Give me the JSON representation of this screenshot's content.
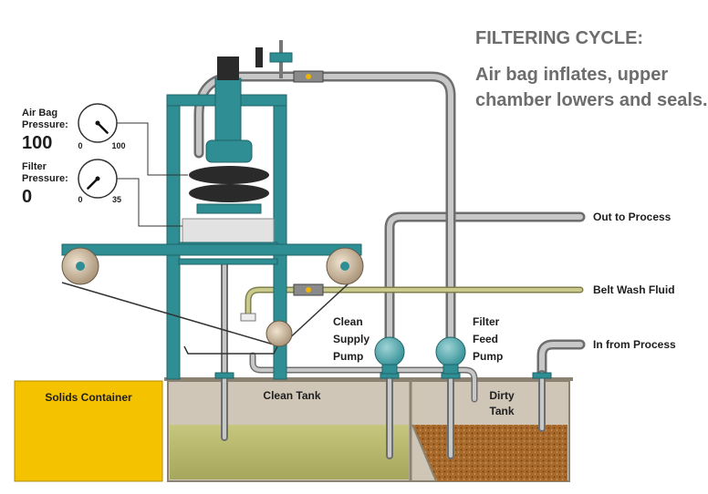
{
  "heading": {
    "title": "FILTERING CYCLE:",
    "line1": "Air bag inflates, upper",
    "line2": "chamber lowers and seals."
  },
  "gauges": {
    "air_bag": {
      "label_line1": "Air Bag",
      "label_line2": "Pressure:",
      "value": "100",
      "min": "0",
      "max": "100",
      "level": 1.0
    },
    "filter": {
      "label_line1": "Filter",
      "label_line2": "Pressure:",
      "value": "0",
      "min": "0",
      "max": "35",
      "level": 0.0
    }
  },
  "labels": {
    "out_to_process": "Out to Process",
    "belt_wash_fluid": "Belt Wash Fluid",
    "in_from_process": "In from Process",
    "clean_supply_pump_1": "Clean",
    "clean_supply_pump_2": "Supply",
    "clean_supply_pump_3": "Pump",
    "filter_feed_pump_1": "Filter",
    "filter_feed_pump_2": "Feed",
    "filter_feed_pump_3": "Pump",
    "clean_tank": "Clean Tank",
    "dirty_tank_1": "Dirty",
    "dirty_tank_2": "Tank",
    "solids_container": "Solids Container"
  },
  "colors": {
    "frame": "#2f8e94",
    "pipe": "#9a9a9a",
    "tank": "#cfc6b7",
    "liquid": "#b4b56a",
    "solids": "#f5c200",
    "sludge": "#a86a2c",
    "airbag": "#2a2a2a",
    "belt_wash": "#b6b77a"
  }
}
